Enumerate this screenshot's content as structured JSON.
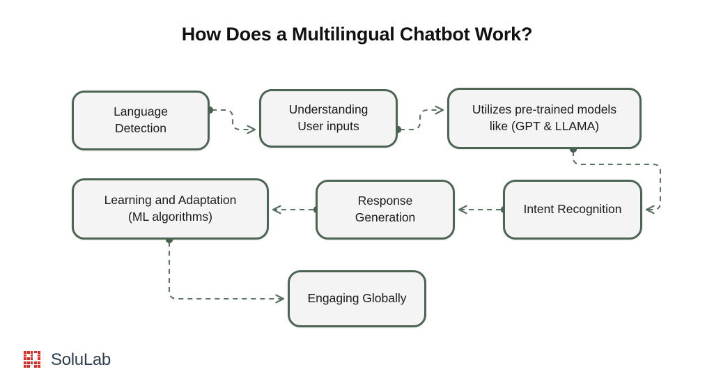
{
  "page": {
    "title": "How Does a Multilingual Chatbot Work?",
    "background_color": "#ffffff"
  },
  "theme": {
    "node_border_color": "#4c6452",
    "node_fill_color": "#f4f4f4",
    "connector_color": "#5a7361",
    "title_color": "#111111",
    "brand_mark_color": "#e02a26",
    "brand_text_color": "#2d3c4d"
  },
  "nodes": [
    {
      "id": "language-detection",
      "label": "Language\nDetection"
    },
    {
      "id": "understanding-user-inputs",
      "label": "Understanding\nUser inputs"
    },
    {
      "id": "pretrained-models",
      "label": "Utilizes pre-trained models\nlike (GPT & LLAMA)"
    },
    {
      "id": "intent-recognition",
      "label": "Intent Recognition"
    },
    {
      "id": "response-generation",
      "label": "Response\nGeneration"
    },
    {
      "id": "learning-adaptation",
      "label": "Learning and Adaptation\n(ML algorithms)"
    },
    {
      "id": "engaging-globally",
      "label": "Engaging Globally"
    }
  ],
  "connections": [
    {
      "from": "language-detection",
      "to": "understanding-user-inputs",
      "style": "dashed",
      "arrow": true
    },
    {
      "from": "understanding-user-inputs",
      "to": "pretrained-models",
      "style": "dashed",
      "arrow": true
    },
    {
      "from": "pretrained-models",
      "to": "intent-recognition",
      "style": "dashed",
      "arrow": true
    },
    {
      "from": "intent-recognition",
      "to": "response-generation",
      "style": "dashed",
      "arrow": true
    },
    {
      "from": "response-generation",
      "to": "learning-adaptation",
      "style": "dashed",
      "arrow": true
    },
    {
      "from": "learning-adaptation",
      "to": "engaging-globally",
      "style": "dashed",
      "arrow": true
    }
  ],
  "brand": {
    "name": "SoluLab",
    "mark": "solulab-logo-icon"
  }
}
